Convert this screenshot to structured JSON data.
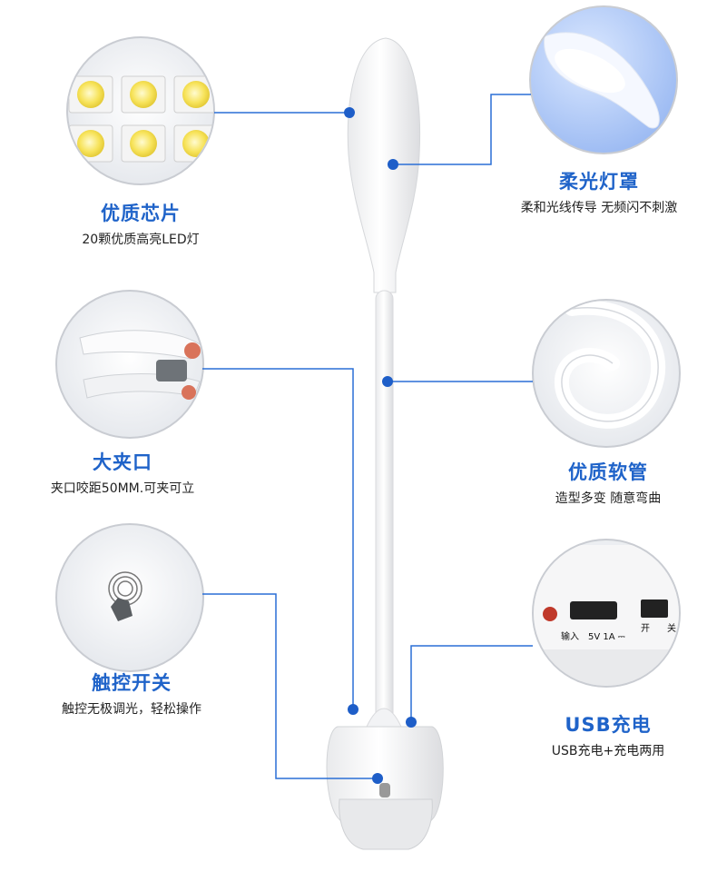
{
  "features": [
    {
      "id": "chip",
      "title": "优质芯片",
      "subtitle": "20颗优质高亮LED灯"
    },
    {
      "id": "shade",
      "title": "柔光灯罩",
      "subtitle": "柔和光线传导 无频闪不刺激"
    },
    {
      "id": "clip",
      "title": "大夹口",
      "subtitle": "夹口咬距50MM.可夹可立"
    },
    {
      "id": "hose",
      "title": "优质软管",
      "subtitle": "造型多变 随意弯曲"
    },
    {
      "id": "touch",
      "title": "触控开关",
      "subtitle": "触控无极调光，轻松操作"
    },
    {
      "id": "usb",
      "title": "USB充电",
      "subtitle": "USB充电+充电两用"
    }
  ],
  "usb_panel": {
    "input_label": "输入",
    "input_rating": "5V 1A ⎓",
    "switch_open": "开",
    "switch_close": "关"
  },
  "colors": {
    "accent": "#1f63c9",
    "callout_line": "#2a6fd6",
    "dot": "#1e5ec8",
    "body": "#222222",
    "led": "#f7e35a"
  }
}
